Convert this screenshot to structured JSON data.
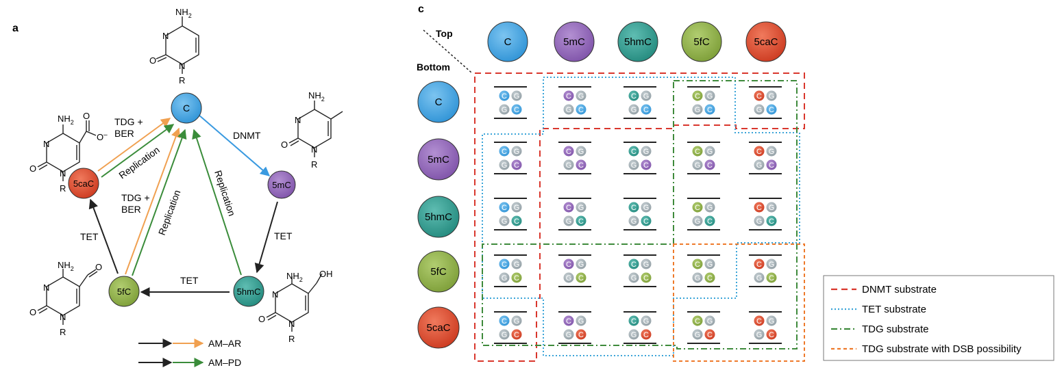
{
  "panel_a": {
    "label": "a",
    "nodes": {
      "C": "C",
      "mC": "5mC",
      "hmC": "5hmC",
      "fC": "5fC",
      "caC": "5caC"
    },
    "arrows": {
      "dnmt": "DNMT",
      "tet_right": "TET",
      "tet_bottom": "TET",
      "tet_left": "TET",
      "tdg_ber_1_line1": "TDG +",
      "tdg_ber_1_line2": "BER",
      "tdg_ber_2_line1": "TDG +",
      "tdg_ber_2_line2": "BER",
      "replication_1": "Replication",
      "replication_2": "Replication",
      "replication_3": "Replication"
    },
    "legend": {
      "am_ar": "AM–AR",
      "am_pd": "AM–PD"
    },
    "structures": {
      "nh2": "NH",
      "sub2": "2",
      "o": "O",
      "n": "N",
      "r": "R",
      "coo": "O",
      "minus": "–",
      "oh": "OH"
    },
    "colors": {
      "C": "#3fa3dd",
      "5mC": "#8f63b4",
      "5hmC": "#2f9a8e",
      "5fC": "#8cac46",
      "5caC": "#d8472d",
      "orange_arrow": "#f0a050",
      "green_arrow": "#3a8c3a",
      "blue_arrow": "#3a9ae0"
    }
  },
  "panel_c": {
    "label": "c",
    "top_label": "Top",
    "bottom_label": "Bottom",
    "columns": [
      "C",
      "5mC",
      "5hmC",
      "5fC",
      "5caC"
    ],
    "rows": [
      "C",
      "5mC",
      "5hmC",
      "5fC",
      "5caC"
    ],
    "base_G": "G",
    "base_C": "C",
    "legend": [
      {
        "label": "DNMT substrate",
        "color": "#d9362c",
        "style": "dash"
      },
      {
        "label": "TET substrate",
        "color": "#3aa4d8",
        "style": "dot"
      },
      {
        "label": "TDG substrate",
        "color": "#3e8a3b",
        "style": "dashdot"
      },
      {
        "label": "TDG substrate with DSB possibility",
        "color": "#ee7a2b",
        "style": "dash"
      }
    ]
  }
}
